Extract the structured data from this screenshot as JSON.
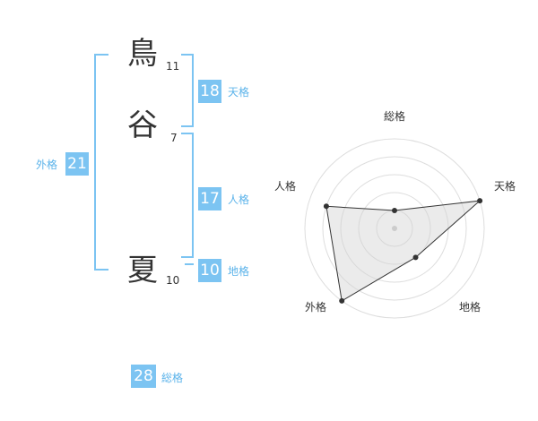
{
  "name": {
    "chars": [
      {
        "char": "鳥",
        "strokes": "11"
      },
      {
        "char": "谷",
        "strokes": "7"
      },
      {
        "char": "夏",
        "strokes": "10"
      }
    ]
  },
  "fortunes": {
    "tenkaku": {
      "value": "18",
      "label": "天格"
    },
    "jinkaku": {
      "value": "17",
      "label": "人格"
    },
    "chikaku": {
      "value": "10",
      "label": "地格"
    },
    "gaikaku": {
      "value": "21",
      "label": "外格"
    },
    "soukaku": {
      "value": "28",
      "label": "総格"
    }
  },
  "colors": {
    "accent": "#7cc4f2",
    "accent_text": "#5bb3ea",
    "text": "#333333",
    "radar_fill": "#eeeeee",
    "radar_grid": "#dddddd"
  },
  "chart_data": {
    "type": "radar",
    "axes": [
      "総格",
      "天格",
      "地格",
      "外格",
      "人格"
    ],
    "max": 5,
    "rings": 5,
    "values": [
      1,
      5,
      2,
      5,
      4
    ]
  }
}
